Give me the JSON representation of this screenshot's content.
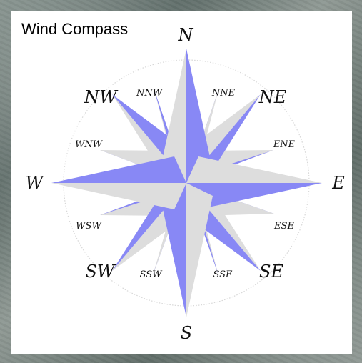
{
  "title": "Wind Compass",
  "colors": {
    "accent": "#8888f5",
    "neutral": "#dddddd",
    "background_panel": "#ffffff"
  },
  "directions": {
    "n": "N",
    "ne": "NE",
    "e": "E",
    "se": "SE",
    "s": "S",
    "sw": "SW",
    "w": "W",
    "nw": "NW",
    "nne": "NNE",
    "ene": "ENE",
    "ese": "ESE",
    "sse": "SSE",
    "ssw": "SSW",
    "wsw": "WSW",
    "wnw": "WNW",
    "nnw": "NNW"
  }
}
